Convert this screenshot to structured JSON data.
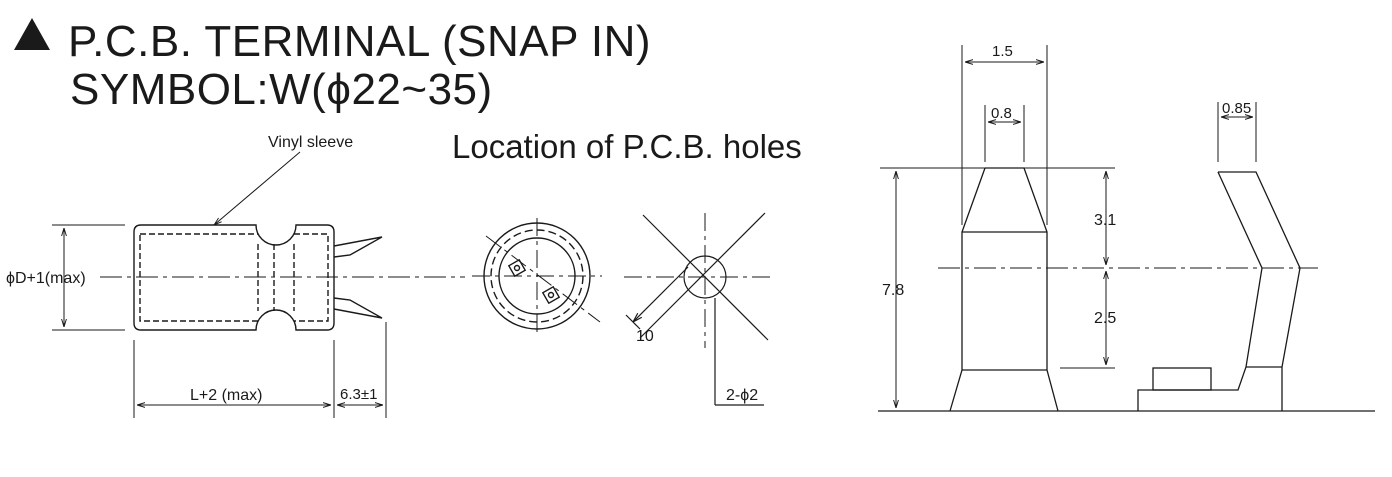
{
  "title": {
    "symbol": "▲",
    "line1": "P.C.B. TERMINAL (SNAP IN)",
    "line2": "SYMBOL:W(ϕ22~35)"
  },
  "side_view": {
    "vinyl_sleeve": "Vinyl sleeve",
    "diameter": "ϕD+1(max)",
    "length": "L+2 (max)",
    "terminal_length": "6.3±1"
  },
  "pcb_holes": {
    "heading": "Location of P.C.B. holes",
    "spacing": "10",
    "hole_diameter": "2-ϕ2"
  },
  "terminal_detail": {
    "width_top": "1.5",
    "tip_width": "0.8",
    "side_thickness": "0.85",
    "upper_height": "3.1",
    "lower_height": "2.5",
    "total_height": "7.8"
  }
}
